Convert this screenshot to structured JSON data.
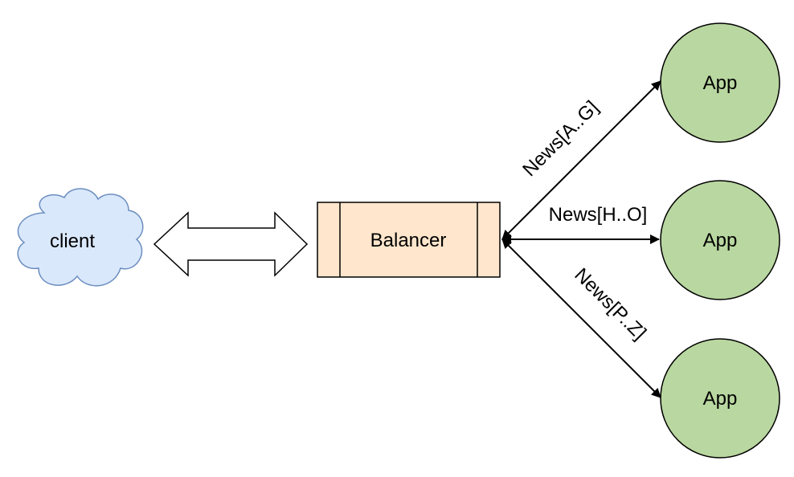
{
  "colors": {
    "client_fill": "#dae8fc",
    "client_stroke": "#6c8ebf",
    "balancer_fill": "#ffe6cc",
    "app_fill": "#b9d7a0",
    "stroke": "#000000"
  },
  "nodes": {
    "client": {
      "label": "client",
      "shape": "cloud"
    },
    "balancer": {
      "label": "Balancer",
      "shape": "process-box"
    },
    "apps": [
      {
        "label": "App",
        "shape": "circle"
      },
      {
        "label": "App",
        "shape": "circle"
      },
      {
        "label": "App",
        "shape": "circle"
      }
    ]
  },
  "edges": [
    {
      "from": "client",
      "to": "balancer",
      "style": "double-headed-block-arrow",
      "label": ""
    },
    {
      "from": "balancer",
      "to": "apps.0",
      "style": "double-headed-arrow",
      "label": "News[A..G]"
    },
    {
      "from": "balancer",
      "to": "apps.1",
      "style": "double-headed-arrow",
      "label": "News[H..O]"
    },
    {
      "from": "balancer",
      "to": "apps.2",
      "style": "double-headed-arrow",
      "label": "News[P..Z]"
    }
  ]
}
